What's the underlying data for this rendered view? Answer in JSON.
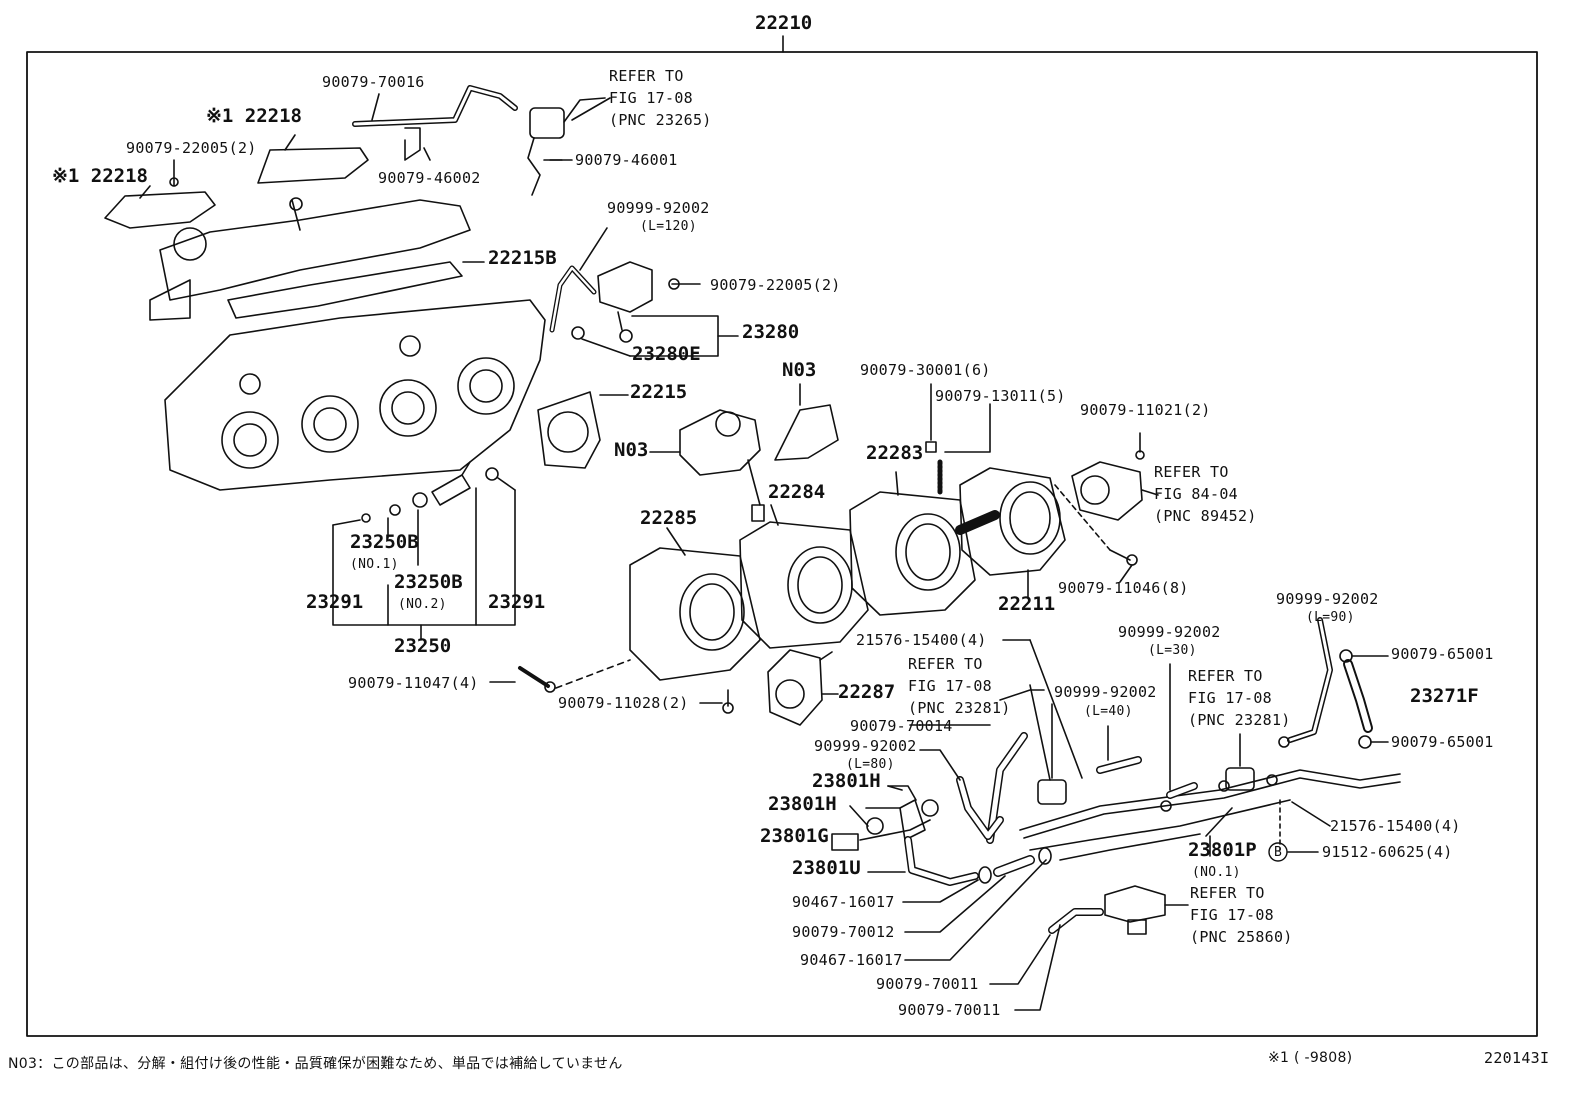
{
  "assembly_number": "22210",
  "figure_code": "220143I",
  "footnotes": {
    "n03_note": "N03：この部品は、分解・組付け後の性能・品質確保が困難なため、単品では補給していません",
    "mark1_note": "※1 (      -9808)"
  },
  "labels": {
    "p70016": "90079-70016",
    "refer1_a": "REFER TO",
    "refer1_b": "FIG 17-08",
    "refer1_c": "(PNC 23265)",
    "mark1_22218_top": "※1 22218",
    "p22005_left": "90079-22005(2)",
    "p46002": "90079-46002",
    "p46001": "90079-46001",
    "mark1_22218_left": "※1 22218",
    "p92002_l120": "90999-92002",
    "l120": "(L=120)",
    "p22215b": "22215B",
    "p22005_right": "90079-22005(2)",
    "p23280": "23280",
    "p23280e": "23280E",
    "p22215": "22215",
    "n03_a": "N03",
    "n03_b": "N03",
    "p30001": "90079-30001(6)",
    "p13011": "90079-13011(5)",
    "p11021": "90079-11021(2)",
    "refer2_a": "REFER TO",
    "refer2_b": "FIG 84-04",
    "refer2_c": "(PNC 89452)",
    "p22283": "22283",
    "p22284": "22284",
    "p22285": "22285",
    "p23250b_1": "23250B",
    "no1": "(NO.1)",
    "p23250b_2": "23250B",
    "no2": "(NO.2)",
    "p23291_left": "23291",
    "p23291_right": "23291",
    "p23250": "23250",
    "p22211": "22211",
    "p11046": "90079-11046(8)",
    "p92002_l90": "90999-92002",
    "l90": "(L=90)",
    "p65001_top": "90079-65001",
    "p15400_top": "21576-15400(4)",
    "p92002_l30": "90999-92002",
    "l30": "(L=30)",
    "refer3_a": "REFER TO",
    "refer3_b": "FIG 17-08",
    "refer3_c": "(PNC 23281)",
    "refer4_a": "REFER TO",
    "refer4_b": "FIG 17-08",
    "refer4_c": "(PNC 23281)",
    "p23271f": "23271F",
    "p11047": "90079-11047(4)",
    "p11028": "90079-11028(2)",
    "p22287": "22287",
    "p92002_l40": "90999-92002",
    "l40": "(L=40)",
    "p65001_bottom": "90079-65001",
    "p70014": "90079-70014",
    "p92002_l80": "90999-92002",
    "l80": "(L=80)",
    "p23801h_a": "23801H",
    "p23801h_b": "23801H",
    "p23801g": "23801G",
    "p23801u": "23801U",
    "p15400_bottom": "21576-15400(4)",
    "p23801p": "23801P",
    "no1_p": "(NO.1)",
    "circle_b": "B",
    "p60625": "91512-60625(4)",
    "refer5_a": "REFER TO",
    "refer5_b": "FIG 17-08",
    "refer5_c": "(PNC 25860)",
    "p16017_a": "90467-16017",
    "p70012": "90079-70012",
    "p16017_b": "90467-16017",
    "p70011_a": "90079-70011",
    "p70011_b": "90079-70011"
  }
}
